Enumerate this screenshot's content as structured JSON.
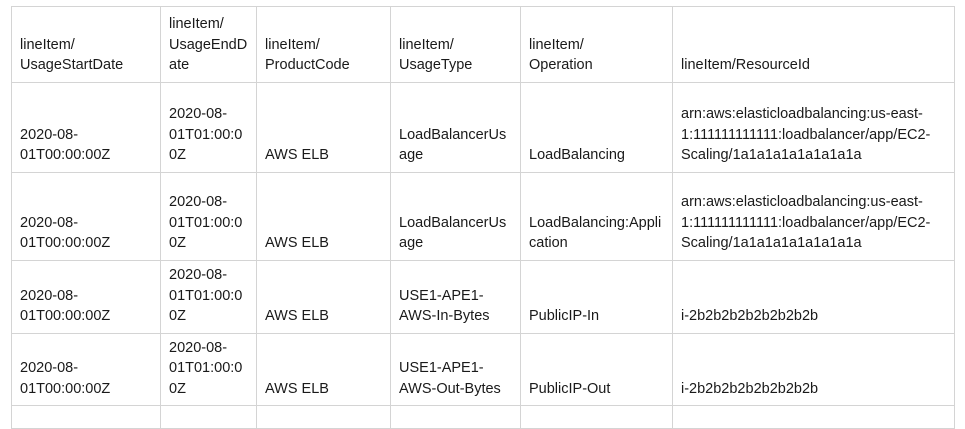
{
  "table": {
    "columns": [
      {
        "key": "usage_start_date",
        "label": "lineItem/\nUsageStartDate"
      },
      {
        "key": "usage_end_date",
        "label": "lineItem/\nUsageEndDate"
      },
      {
        "key": "product_code",
        "label": "lineItem/\nProductCode"
      },
      {
        "key": "usage_type",
        "label": "lineItem/\nUsageType"
      },
      {
        "key": "operation",
        "label": "lineItem/\nOperation"
      },
      {
        "key": "resource_id",
        "label": "lineItem/ResourceId"
      }
    ],
    "rows": [
      {
        "usage_start_date": "2020-08-01T00:00:00Z",
        "usage_end_date": "2020-08-01T01:00:00Z",
        "product_code": "AWS ELB",
        "usage_type": "LoadBalancerUsage",
        "operation": "LoadBalancing",
        "resource_id": "arn:aws:elasticloadbalancing:us-east-1:111111111111:loadbalancer/app/EC2-Scaling/1a1a1a1a1a1a1a1a"
      },
      {
        "usage_start_date": "2020-08-01T00:00:00Z",
        "usage_end_date": "2020-08-01T01:00:00Z",
        "product_code": "AWS ELB",
        "usage_type": "LoadBalancerUsage",
        "operation": "LoadBalancing:Application",
        "resource_id": "arn:aws:elasticloadbalancing:us-east-1:111111111111:loadbalancer/app/EC2-Scaling/1a1a1a1a1a1a1a1a"
      },
      {
        "usage_start_date": "2020-08-01T00:00:00Z",
        "usage_end_date": "2020-08-01T01:00:00Z",
        "product_code": "AWS ELB",
        "usage_type": "USE1-APE1-AWS-In-Bytes",
        "operation": "PublicIP-In",
        "resource_id": "i-2b2b2b2b2b2b2b2b"
      },
      {
        "usage_start_date": "2020-08-01T00:00:00Z",
        "usage_end_date": "2020-08-01T01:00:00Z",
        "product_code": "AWS ELB",
        "usage_type": "USE1-APE1-AWS-Out-Bytes",
        "operation": "PublicIP-Out",
        "resource_id": "i-2b2b2b2b2b2b2b2b"
      },
      {
        "usage_start_date": "",
        "usage_end_date": "",
        "product_code": "",
        "usage_type": "",
        "operation": "",
        "resource_id": ""
      }
    ]
  },
  "colors": {
    "border": "#d4d4d4",
    "text": "#1a1a1a",
    "background": "#ffffff"
  }
}
